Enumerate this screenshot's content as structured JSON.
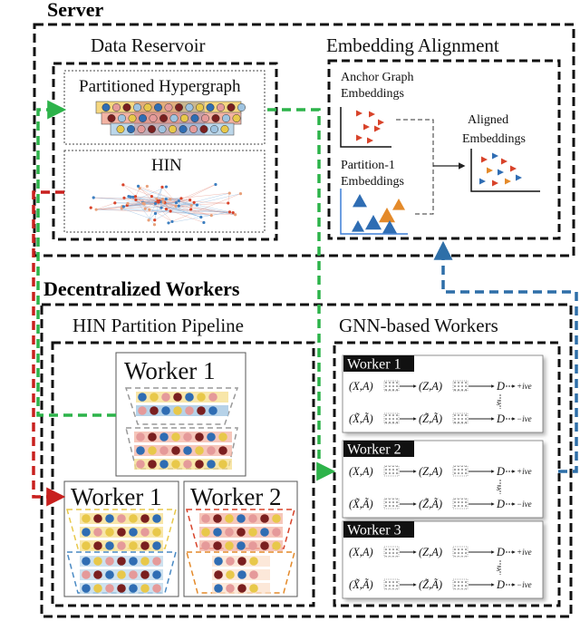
{
  "server": {
    "title": "Server",
    "data_reservoir": {
      "title": "Data Reservoir",
      "partitioned_hypergraph": "Partitioned Hypergraph",
      "hin": "HIN"
    },
    "embedding_alignment": {
      "title": "Embedding Alignment",
      "anchor_line1": "Anchor Graph",
      "anchor_line2": "Embeddings",
      "partition_line1": "Partition-1",
      "partition_line2": "Embeddings",
      "aligned_line1": "Aligned",
      "aligned_line2": "Embeddings"
    }
  },
  "workers_section": {
    "title": "Decentralized Workers",
    "pipeline": {
      "title": "HIN Partition Pipeline",
      "worker_top": "Worker 1",
      "worker_left": "Worker 1",
      "worker_right": "Worker 2"
    },
    "gnn": {
      "title": "GNN-based Workers",
      "workers": [
        {
          "label": "Worker 1"
        },
        {
          "label": "Worker 2"
        },
        {
          "label": "Worker 3"
        }
      ],
      "equations": {
        "xa": "(X,A)",
        "za": "(Z,A)",
        "xa_tilde": "(X̃,Ã)",
        "za_tilde": "(Z̃,Ã)",
        "d": "D",
        "pos": "+ive",
        "neg": "−ive",
        "s": "s̄"
      }
    }
  },
  "colors": {
    "green_arrow": "#2db34a",
    "red_arrow": "#c8201e",
    "blue_arrow": "#2e6fa8",
    "triangle_red": "#d8432a",
    "triangle_blue": "#2f6db3",
    "triangle_orange": "#e48a2a"
  }
}
